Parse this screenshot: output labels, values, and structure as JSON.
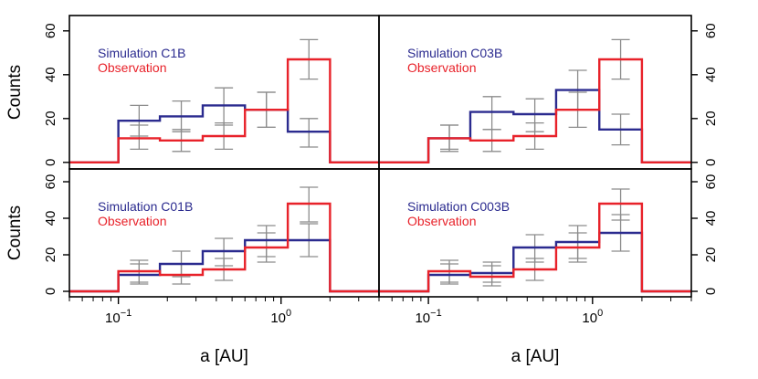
{
  "chart_data": [
    {
      "type": "histogram",
      "panel": "top-left",
      "legend": [
        "Simulation  C1B",
        "Observation"
      ],
      "colors": {
        "simulation": "#2b2b8f",
        "observation": "#e8222a",
        "errorbars": "#8c8c8c"
      },
      "bin_edges": [
        0.1,
        0.18,
        0.33,
        0.6,
        1.1,
        2.0
      ],
      "simulation": [
        19,
        21,
        26,
        24,
        14
      ],
      "observation": [
        11,
        10,
        12,
        24,
        47
      ],
      "obs_errors": [
        [
          11,
          6,
          17
        ],
        [
          10,
          5,
          15
        ],
        [
          12,
          6,
          18
        ],
        [
          24,
          16,
          32
        ],
        [
          47,
          38,
          56
        ]
      ],
      "sim_errors": [
        [
          19,
          12,
          26
        ],
        [
          21,
          14,
          28
        ],
        [
          26,
          17,
          34
        ],
        [
          24,
          16,
          32
        ],
        [
          14,
          7,
          20
        ]
      ]
    },
    {
      "type": "histogram",
      "panel": "top-right",
      "legend": [
        "Simulation  C03B",
        "Observation"
      ],
      "bin_edges": [
        0.1,
        0.18,
        0.33,
        0.6,
        1.1,
        2.0
      ],
      "simulation": [
        11,
        23,
        22,
        33,
        15
      ],
      "observation": [
        11,
        10,
        12,
        24,
        47
      ],
      "obs_errors": [
        [
          11,
          6,
          17
        ],
        [
          10,
          5,
          15
        ],
        [
          12,
          6,
          18
        ],
        [
          24,
          16,
          32
        ],
        [
          47,
          38,
          56
        ]
      ],
      "sim_errors": [
        [
          11,
          5,
          17
        ],
        [
          23,
          15,
          30
        ],
        [
          22,
          14,
          29
        ],
        [
          33,
          24,
          42
        ],
        [
          15,
          8,
          22
        ]
      ]
    },
    {
      "type": "histogram",
      "panel": "bottom-left",
      "legend": [
        "Simulation  C01B",
        "Observation"
      ],
      "bin_edges": [
        0.1,
        0.18,
        0.33,
        0.6,
        1.1,
        2.0
      ],
      "simulation": [
        9,
        15,
        22,
        28,
        28
      ],
      "observation": [
        11,
        9,
        12,
        24,
        48
      ],
      "obs_errors": [
        [
          11,
          5,
          17
        ],
        [
          9,
          4,
          15
        ],
        [
          12,
          6,
          18
        ],
        [
          24,
          16,
          32
        ],
        [
          48,
          38,
          57
        ]
      ],
      "sim_errors": [
        [
          9,
          4,
          15
        ],
        [
          15,
          8,
          22
        ],
        [
          22,
          14,
          29
        ],
        [
          28,
          19,
          36
        ],
        [
          28,
          19,
          37
        ]
      ]
    },
    {
      "type": "histogram",
      "panel": "bottom-right",
      "legend": [
        "Simulation  C003B",
        "Observation"
      ],
      "bin_edges": [
        0.1,
        0.18,
        0.33,
        0.6,
        1.1,
        2.0
      ],
      "simulation": [
        9,
        10,
        24,
        27,
        32
      ],
      "observation": [
        11,
        8,
        12,
        24,
        48
      ],
      "obs_errors": [
        [
          11,
          5,
          17
        ],
        [
          8,
          3,
          14
        ],
        [
          12,
          6,
          18
        ],
        [
          24,
          16,
          32
        ],
        [
          48,
          39,
          56
        ]
      ],
      "sim_errors": [
        [
          9,
          4,
          15
        ],
        [
          10,
          5,
          16
        ],
        [
          24,
          16,
          31
        ],
        [
          27,
          18,
          36
        ],
        [
          32,
          22,
          42
        ]
      ]
    }
  ],
  "axes": {
    "xlabel": "a [AU]",
    "ylabel": "Counts",
    "xlim": [
      0.05,
      4.0
    ],
    "ylim": [
      -3,
      67
    ],
    "x_scale": "log",
    "yticks": [
      0,
      20,
      40,
      60
    ],
    "xticks": [
      {
        "value": 0.1,
        "base": "10",
        "exp": "−1"
      },
      {
        "value": 1.0,
        "base": "10",
        "exp": "0"
      }
    ]
  }
}
